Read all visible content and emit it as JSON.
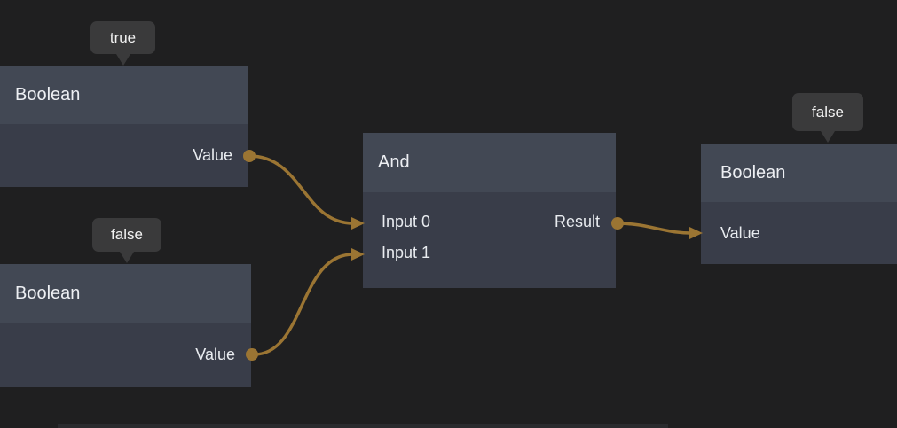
{
  "editor": {
    "background_color": "#1f1f20",
    "wire_color": "#9b7533",
    "node_header_color": "#424854",
    "node_body_color": "#393d49",
    "badge_color": "#3a3a3b"
  },
  "nodes": [
    {
      "title": "Boolean",
      "tooltip": "true",
      "outputs": [
        {
          "label": "Value"
        }
      ]
    },
    {
      "title": "Boolean",
      "tooltip": "false",
      "outputs": [
        {
          "label": "Value"
        }
      ]
    },
    {
      "title": "And",
      "inputs": [
        {
          "label": "Input 0"
        },
        {
          "label": "Input 1"
        }
      ],
      "outputs": [
        {
          "label": "Result"
        }
      ]
    },
    {
      "title": "Boolean",
      "tooltip": "false",
      "inputs": [
        {
          "label": "Value"
        }
      ]
    }
  ],
  "connections": [
    {
      "from": "Boolean(true).Value",
      "to": "And.Input 0"
    },
    {
      "from": "Boolean(false).Value",
      "to": "And.Input 1"
    },
    {
      "from": "And.Result",
      "to": "Boolean.Value"
    }
  ]
}
